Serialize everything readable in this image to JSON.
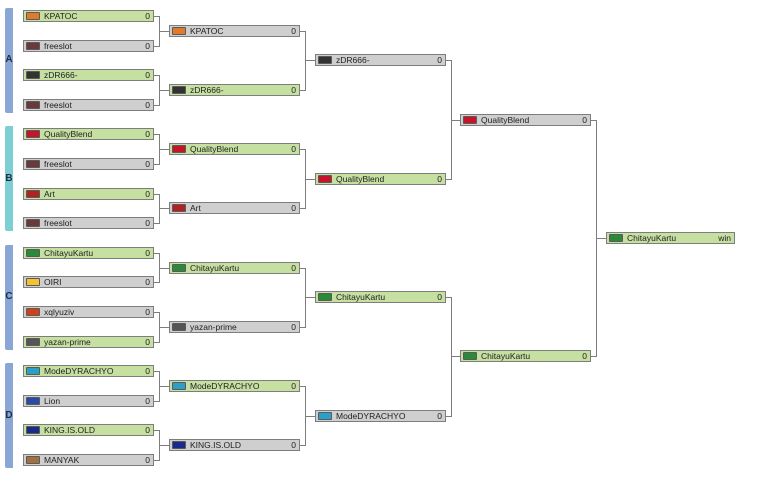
{
  "groups": [
    {
      "label": "A",
      "color": "#8aa6d4"
    },
    {
      "label": "B",
      "color": "#7ecfd3"
    },
    {
      "label": "C",
      "color": "#8aa6d4"
    },
    {
      "label": "D",
      "color": "#8aa6d4"
    }
  ],
  "rounds": [
    [
      {
        "name": "KPATOC",
        "score": "0",
        "state": "win",
        "icon": "kpatoc-icon",
        "ic": "#e07a2c"
      },
      {
        "name": "freeslot",
        "score": "0",
        "state": "lose",
        "icon": "freeslot-icon",
        "ic": "#6a3a3a"
      },
      {
        "name": "zDR666-",
        "score": "0",
        "state": "win",
        "icon": "zdr666-icon",
        "ic": "#333333"
      },
      {
        "name": "freeslot",
        "score": "0",
        "state": "lose",
        "icon": "freeslot-icon",
        "ic": "#6a3a3a"
      },
      {
        "name": "QualityBlend",
        "score": "0",
        "state": "win",
        "icon": "qualityblend-icon",
        "ic": "#c8142a"
      },
      {
        "name": "freeslot",
        "score": "0",
        "state": "lose",
        "icon": "freeslot-icon",
        "ic": "#6a3a3a"
      },
      {
        "name": "Art",
        "score": "0",
        "state": "win",
        "icon": "art-icon",
        "ic": "#b22222"
      },
      {
        "name": "freeslot",
        "score": "0",
        "state": "lose",
        "icon": "freeslot-icon",
        "ic": "#6a3a3a"
      },
      {
        "name": "ChitayuKartu",
        "score": "0",
        "state": "win",
        "icon": "chitayukartu-icon",
        "ic": "#2a8a3a"
      },
      {
        "name": "OIRI",
        "score": "0",
        "state": "lose",
        "icon": "oiri-icon",
        "ic": "#f2c230"
      },
      {
        "name": "xqlyuziv",
        "score": "0",
        "state": "lose",
        "icon": "xqlyuziv-icon",
        "ic": "#d2401a"
      },
      {
        "name": "yazan-prime",
        "score": "0",
        "state": "win",
        "icon": "yazan-prime-icon",
        "ic": "#555555"
      },
      {
        "name": "ModeDYRACHYO",
        "score": "0",
        "state": "win",
        "icon": "modedyrachyo-icon",
        "ic": "#2aa0c8"
      },
      {
        "name": "Lion",
        "score": "0",
        "state": "lose",
        "icon": "lion-icon",
        "ic": "#2a4aa8"
      },
      {
        "name": "KING.IS.OLD",
        "score": "0",
        "state": "win",
        "icon": "kingisold-icon",
        "ic": "#1a2a8a"
      },
      {
        "name": "MANYAK",
        "score": "0",
        "state": "lose",
        "icon": "manyak-icon",
        "ic": "#a07040"
      }
    ],
    [
      {
        "name": "KPATOC",
        "score": "0",
        "state": "lose",
        "icon": "kpatoc-icon",
        "ic": "#e07a2c"
      },
      {
        "name": "zDR666-",
        "score": "0",
        "state": "win",
        "icon": "zdr666-icon",
        "ic": "#333333"
      },
      {
        "name": "QualityBlend",
        "score": "0",
        "state": "win",
        "icon": "qualityblend-icon",
        "ic": "#c8142a"
      },
      {
        "name": "Art",
        "score": "0",
        "state": "lose",
        "icon": "art-icon",
        "ic": "#b22222"
      },
      {
        "name": "ChitayuKartu",
        "score": "0",
        "state": "win",
        "icon": "chitayukartu-icon",
        "ic": "#2a8a3a"
      },
      {
        "name": "yazan-prime",
        "score": "0",
        "state": "lose",
        "icon": "yazan-prime-icon",
        "ic": "#555555"
      },
      {
        "name": "ModeDYRACHYO",
        "score": "0",
        "state": "win",
        "icon": "modedyrachyo-icon",
        "ic": "#2aa0c8"
      },
      {
        "name": "KING.IS.OLD",
        "score": "0",
        "state": "lose",
        "icon": "kingisold-icon",
        "ic": "#1a2a8a"
      }
    ],
    [
      {
        "name": "zDR666-",
        "score": "0",
        "state": "lose",
        "icon": "zdr666-icon",
        "ic": "#333333"
      },
      {
        "name": "QualityBlend",
        "score": "0",
        "state": "win",
        "icon": "qualityblend-icon",
        "ic": "#c8142a"
      },
      {
        "name": "ChitayuKartu",
        "score": "0",
        "state": "win",
        "icon": "chitayukartu-icon",
        "ic": "#2a8a3a"
      },
      {
        "name": "ModeDYRACHYO",
        "score": "0",
        "state": "lose",
        "icon": "modedyrachyo-icon",
        "ic": "#2aa0c8"
      }
    ],
    [
      {
        "name": "QualityBlend",
        "score": "0",
        "state": "lose",
        "icon": "qualityblend-icon",
        "ic": "#c8142a"
      },
      {
        "name": "ChitayuKartu",
        "score": "0",
        "state": "win",
        "icon": "chitayukartu-icon",
        "ic": "#2a8a3a"
      }
    ],
    [
      {
        "name": "ChitayuKartu",
        "score": "win",
        "state": "win",
        "icon": "chitayukartu-icon",
        "ic": "#2a8a3a"
      }
    ]
  ]
}
